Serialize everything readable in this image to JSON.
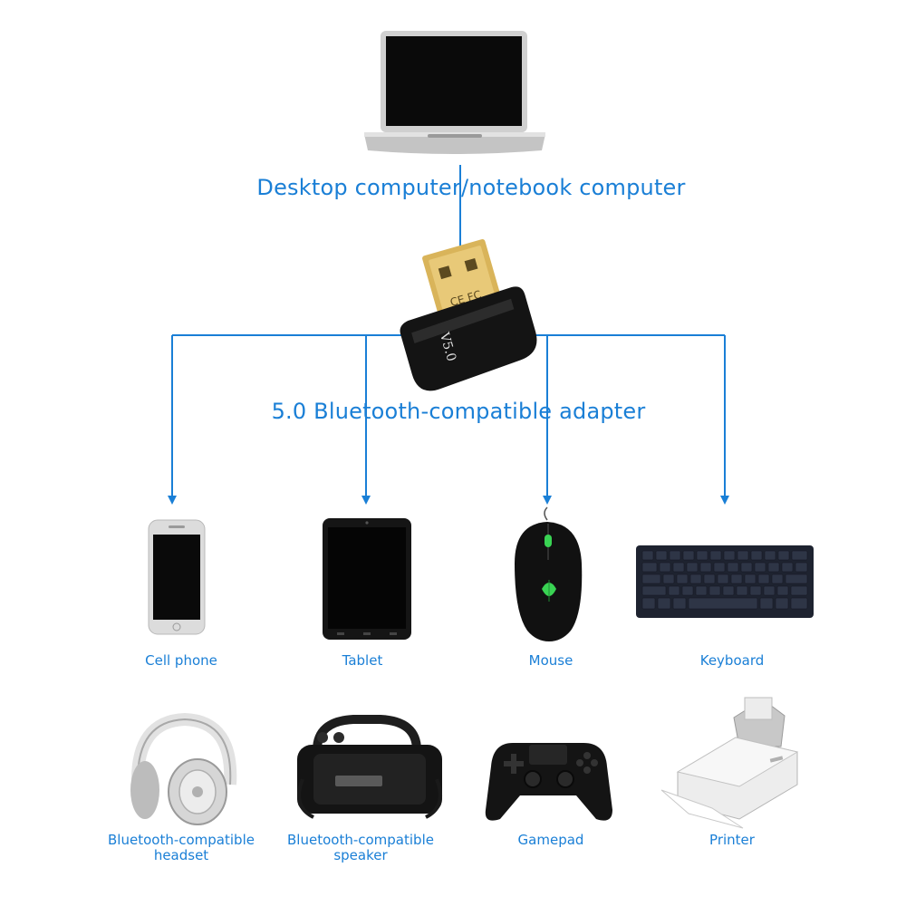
{
  "colors": {
    "accent": "#1a7fd6",
    "device_dark": "#141414",
    "device_body": "#2a2a2a",
    "usb_gold": "#d9b45a",
    "razer_green": "#39d353",
    "background": "#ffffff"
  },
  "computer": {
    "label": "Desktop computer/notebook computer",
    "icon": "laptop-icon"
  },
  "adapter": {
    "label": "5.0 Bluetooth-compatible adapter",
    "marking": "V5.0",
    "cert_marks": "CE FC",
    "icon": "usb-bluetooth-adapter-icon"
  },
  "connected_devices": [
    {
      "label": "Cell phone",
      "icon": "cell-phone-icon"
    },
    {
      "label": "Tablet",
      "icon": "tablet-icon"
    },
    {
      "label": "Mouse",
      "icon": "mouse-icon"
    },
    {
      "label": "Keyboard",
      "icon": "keyboard-icon"
    }
  ],
  "other_devices": [
    {
      "label_line1": "Bluetooth-compatible",
      "label_line2": "headset",
      "icon": "headset-icon"
    },
    {
      "label_line1": "Bluetooth-compatible",
      "label_line2": "speaker",
      "icon": "speaker-icon"
    },
    {
      "label_line1": "Gamepad",
      "label_line2": "",
      "icon": "gamepad-icon"
    },
    {
      "label_line1": "Printer",
      "label_line2": "",
      "icon": "printer-icon"
    }
  ]
}
